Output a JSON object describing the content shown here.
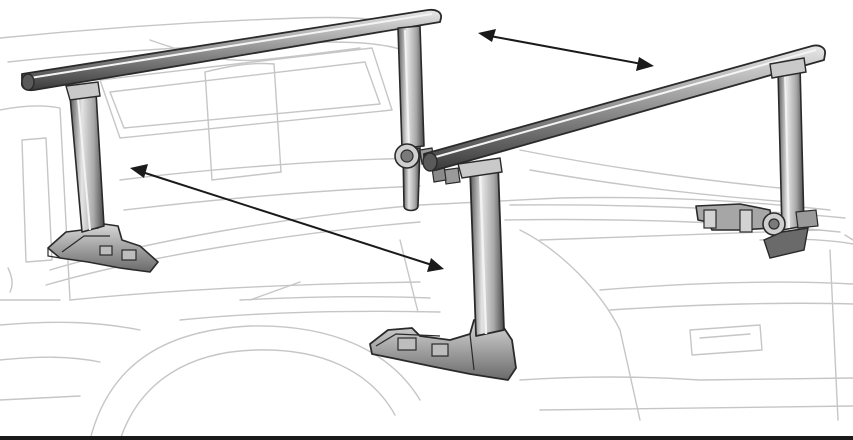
{
  "illustration": {
    "subject": "truck-bed-rack-with-two-crossbars",
    "background": "#ffffff",
    "colors": {
      "truck_outline": "#c4c4c4",
      "rack_dark": "#3a3a3a",
      "rack_mid": "#8e8e8e",
      "rack_light": "#d6d6d6",
      "arrow": "#1a1a1a"
    },
    "arrows": [
      "front-to-rear-spacing-arrow",
      "bar-spacing-arrow"
    ]
  }
}
